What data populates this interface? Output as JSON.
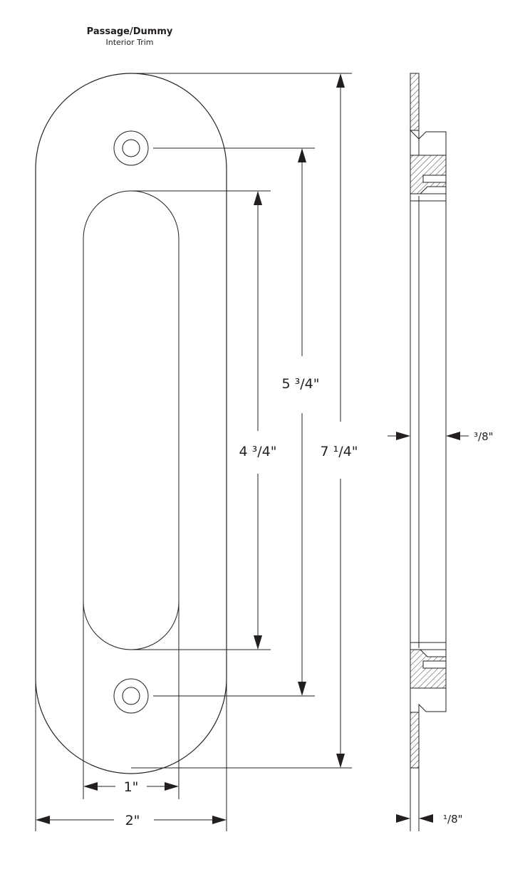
{
  "header": {
    "title": "Passage/Dummy",
    "subtitle": "Interior Trim"
  },
  "dimensions": {
    "overall_height": "7 ¹/4\"",
    "screw_spacing": "5 ³/4\"",
    "recess_height": "4 ³/4\"",
    "recess_width": "1\"",
    "overall_width": "2\"",
    "projection": "³/8\"",
    "plate_thickness": "¹/8\""
  }
}
